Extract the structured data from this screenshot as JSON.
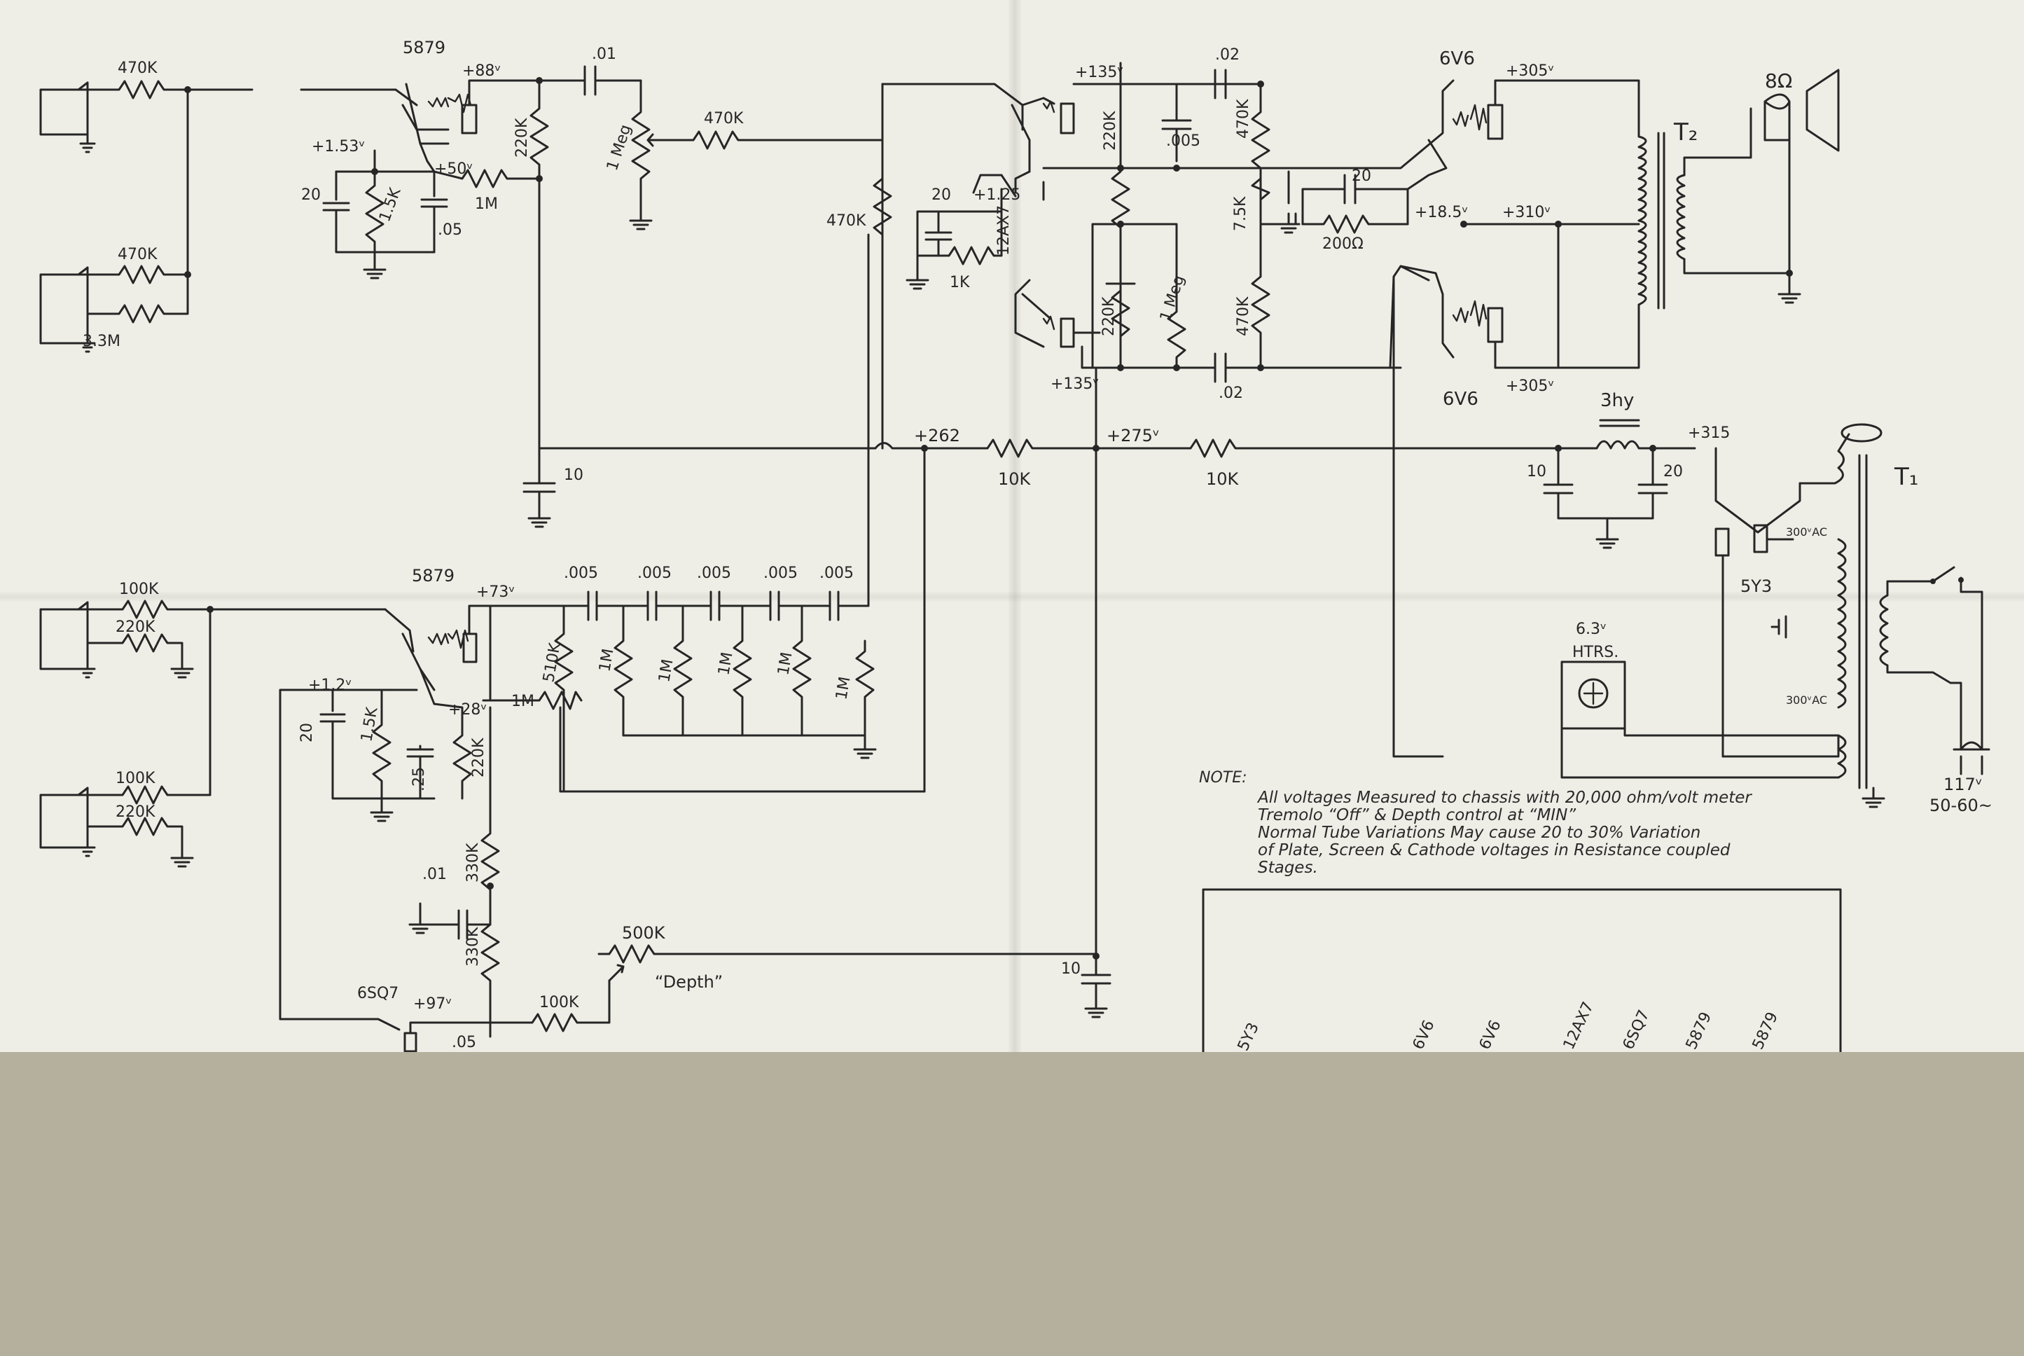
{
  "tubes": {
    "v1": "5879",
    "v2": "5879",
    "v3": "12AX7",
    "v4": "6V6",
    "v5": "6V6",
    "v6": "6SQ7",
    "v7": "5Y3"
  },
  "transformers": {
    "output": "T₂",
    "power": "T₁"
  },
  "speaker": "8Ω",
  "choke": "3hy",
  "heaters": {
    "voltage": "6.3ᵛ",
    "label": "HTRS."
  },
  "mains": {
    "voltage": "117ᵛ",
    "freq": "50-60~"
  },
  "voltages": {
    "v88": "+88ᵛ",
    "v153": "+1.53ᵛ",
    "v50": "+50ᵛ",
    "v135a": "+135ᵛ",
    "v135b": "+135ᵛ",
    "v125": "+1.25",
    "v305a": "+305ᵛ",
    "v305b": "+305ᵛ",
    "v185": "+18.5ᵛ",
    "v310": "+310ᵛ",
    "v262": "+262",
    "v275": "+275ᵛ",
    "v315": "+315",
    "v73": "+73ᵛ",
    "v12": "+1.2ᵛ",
    "v28": "+28ᵛ",
    "v97": "+97ᵛ",
    "ac300a": "300ᵛAC",
    "ac300b": "300ᵛAC"
  },
  "components": {
    "r470k_1": "470K",
    "r470k_2": "470K",
    "r33m": "3.3M",
    "r220k_a": "220K",
    "r1m_a": "1M",
    "c01_a": ".01",
    "r1meg_a": "1 Meg",
    "r470k_3": "470K",
    "r470k_4": "470K",
    "c20_a": "20",
    "r15k_a": "1.5K",
    "c05_a": ".05",
    "c10_a": "10",
    "c20_b": "20",
    "r1k": "1K",
    "c02_a": ".02",
    "r220k_b": "220K",
    "c005_a": ".005",
    "r470k_5": "470K",
    "r75k": "7.5K",
    "c20_c": "20",
    "r200": "200Ω",
    "r220k_c": "220K",
    "r1meg_b": "1 Meg",
    "r470k_6": "470K",
    "c02_b": ".02",
    "r10k_a": "10K",
    "r10k_b": "10K",
    "c10_b": "10",
    "c20_d": "20",
    "r100k_a": "100K",
    "r220k_d": "220K",
    "r100k_b": "100K",
    "r220k_e": "220K",
    "c005_1": ".005",
    "c005_2": ".005",
    "c005_3": ".005",
    "c005_4": ".005",
    "c005_5": ".005",
    "r510k": "510K",
    "r1m_1": "1M",
    "r1m_2": "1M",
    "r1m_3": "1M",
    "r1m_4": "1M",
    "r1m_5": "1M",
    "r1m_b": "1M",
    "c20_e": "20",
    "r15k_b": "1.5K",
    "c25": ".25",
    "r220k_f": "220K",
    "r330k_a": "330K",
    "r330k_b": "330K",
    "c01_b": ".01",
    "r500k": "500K",
    "depth": "“Depth”",
    "r100k_c": "100K",
    "c05_b": ".05",
    "c10_c": "10"
  },
  "note": {
    "head": "NOTE:",
    "lines": [
      "All voltages Measured to chassis with 20,000 ohm/volt meter",
      "Tremolo “Off” & Depth control at “MIN”",
      "Normal Tube Variations May cause 20 to 30% Variation",
      "of Plate, Screen & Cathode voltages in Resistance coupled",
      "Stages."
    ]
  },
  "layout_box_labels": [
    "5Y3",
    "6V6",
    "6V6",
    "12AX7",
    "6SQ7",
    "5879",
    "5879"
  ]
}
